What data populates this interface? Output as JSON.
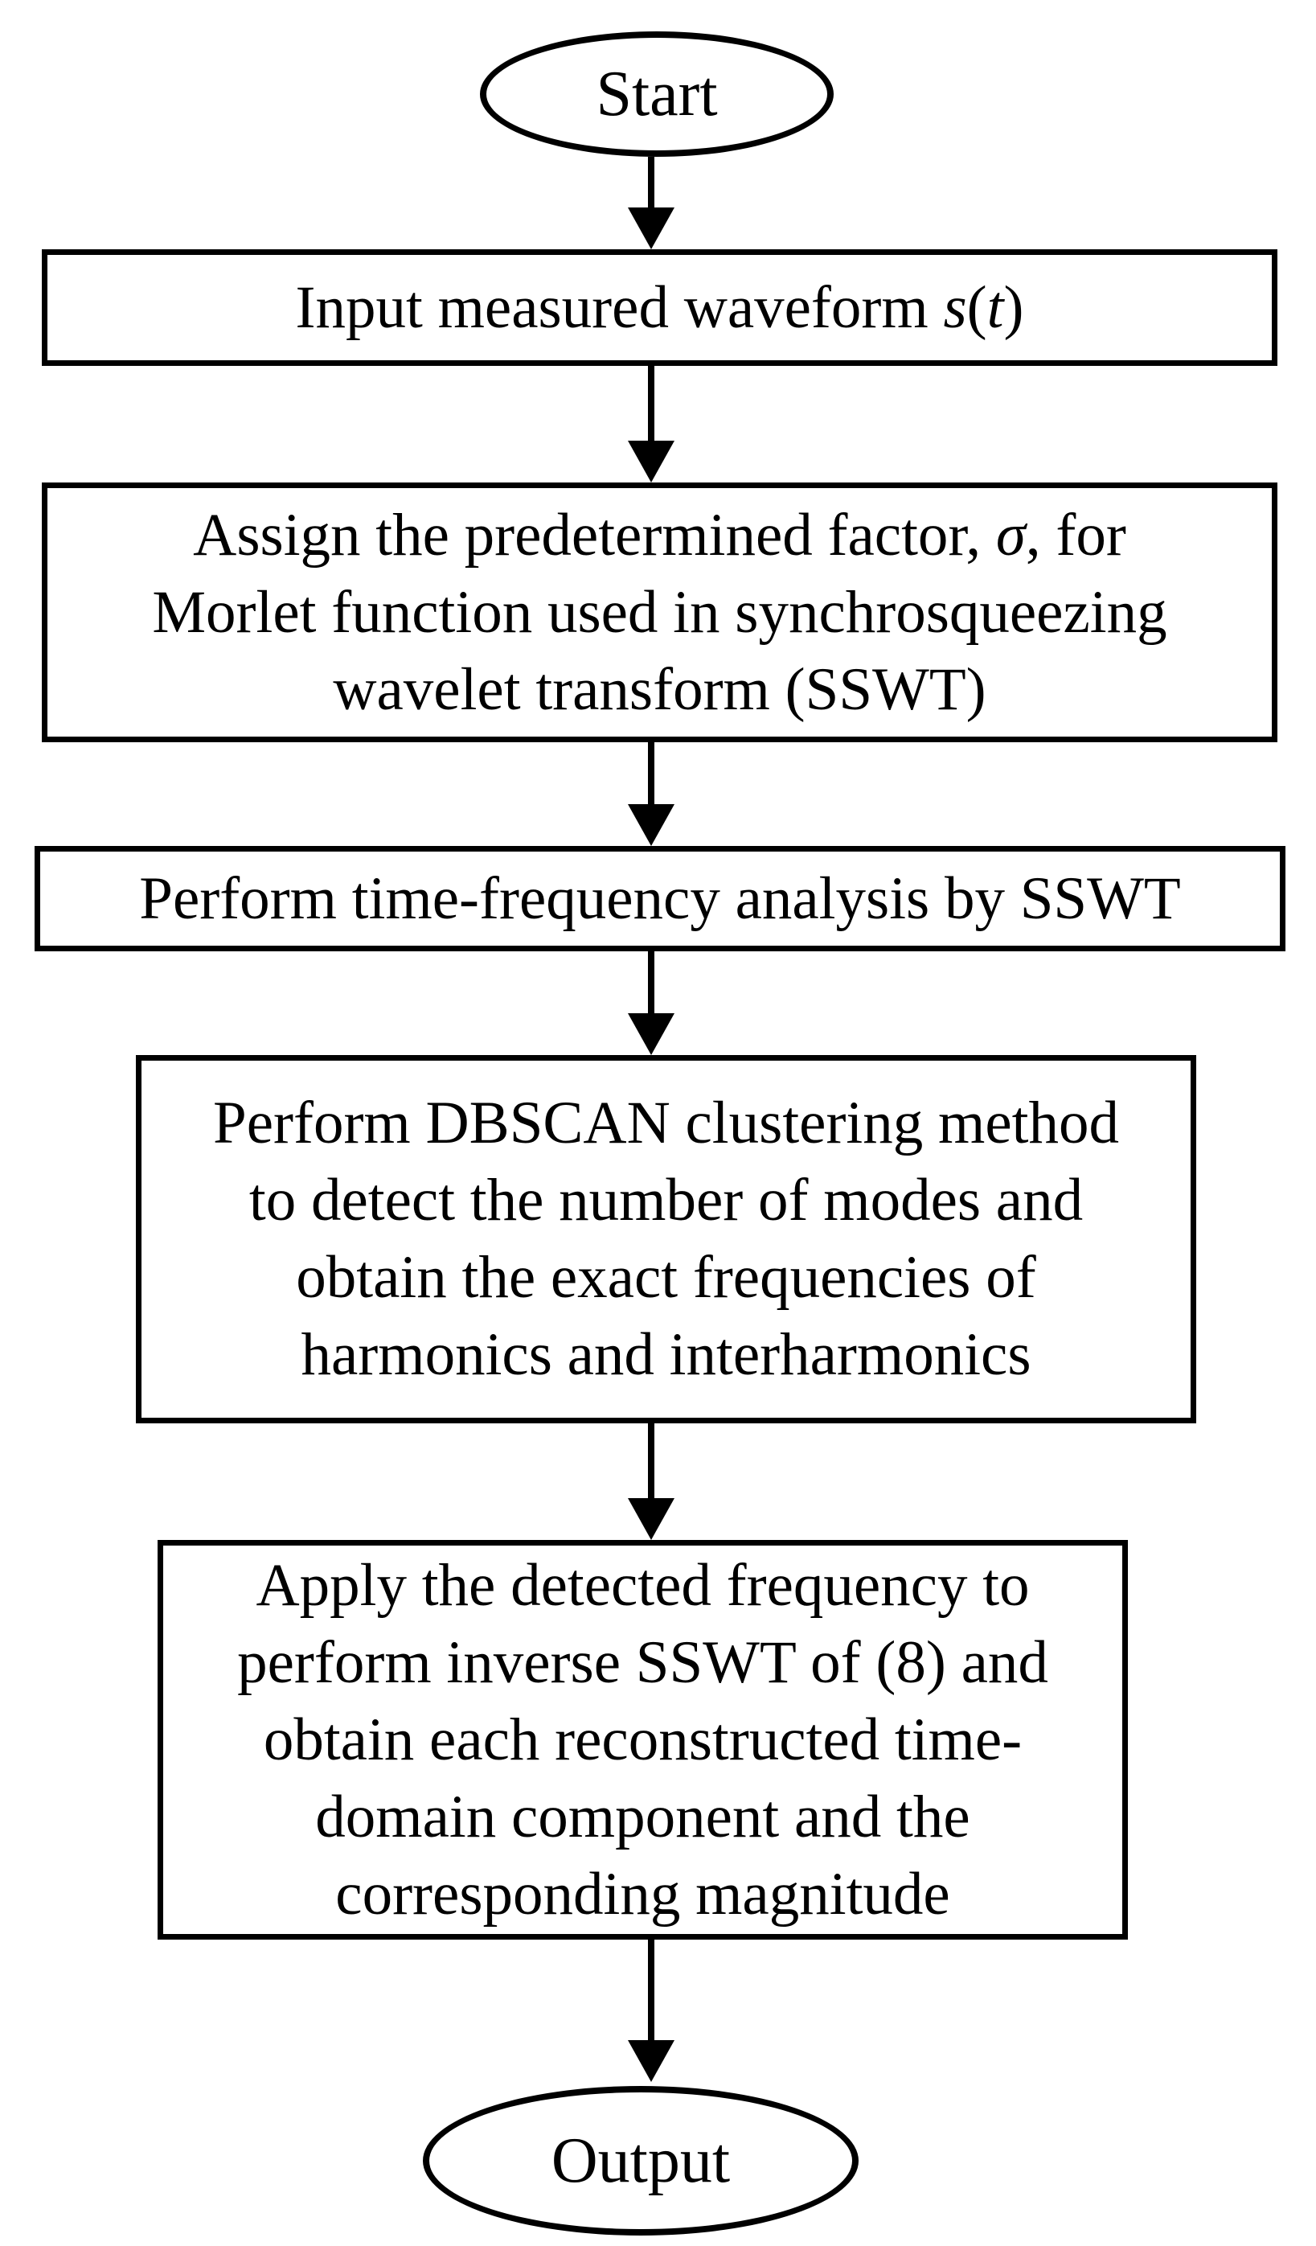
{
  "figure": {
    "type": "flowchart",
    "background_color": "#ffffff",
    "stroke_color": "#000000",
    "text_color": "#000000",
    "nodes": [
      {
        "id": "start",
        "shape": "terminator-ellipse",
        "label": "Start"
      },
      {
        "id": "step1",
        "shape": "process-rect",
        "lines": [
          [
            {
              "t": "Input measured waveform "
            },
            {
              "t": "s",
              "i": true
            },
            {
              "t": "("
            },
            {
              "t": "t",
              "i": true
            },
            {
              "t": ")"
            }
          ]
        ]
      },
      {
        "id": "step2",
        "shape": "process-rect",
        "lines": [
          [
            {
              "t": "Assign the predetermined factor, "
            },
            {
              "t": "σ",
              "i": true
            },
            {
              "t": ", for"
            }
          ],
          [
            {
              "t": "Morlet function used in synchrosqueezing"
            }
          ],
          [
            {
              "t": "wavelet transform (SSWT)"
            }
          ]
        ]
      },
      {
        "id": "step3",
        "shape": "process-rect",
        "lines": [
          [
            {
              "t": "Perform time-frequency analysis by SSWT"
            }
          ]
        ]
      },
      {
        "id": "step4",
        "shape": "process-rect",
        "lines": [
          [
            {
              "t": "Perform DBSCAN clustering method"
            }
          ],
          [
            {
              "t": "to detect the number of modes and"
            }
          ],
          [
            {
              "t": "obtain the exact frequencies of"
            }
          ],
          [
            {
              "t": "harmonics and interharmonics"
            }
          ]
        ]
      },
      {
        "id": "step5",
        "shape": "process-rect",
        "lines": [
          [
            {
              "t": "Apply the detected frequency to"
            }
          ],
          [
            {
              "t": "perform inverse SSWT of (8) and"
            }
          ],
          [
            {
              "t": "obtain each reconstructed time-"
            }
          ],
          [
            {
              "t": "domain component and the"
            }
          ],
          [
            {
              "t": "corresponding magnitude"
            }
          ]
        ]
      },
      {
        "id": "output",
        "shape": "terminator-ellipse",
        "label": "Output"
      }
    ],
    "connectors": [
      {
        "from": "start",
        "to": "step1",
        "style": "down-arrow"
      },
      {
        "from": "step1",
        "to": "step2",
        "style": "down-arrow"
      },
      {
        "from": "step2",
        "to": "step3",
        "style": "down-arrow"
      },
      {
        "from": "step3",
        "to": "step4",
        "style": "down-arrow"
      },
      {
        "from": "step4",
        "to": "step5",
        "style": "down-arrow"
      },
      {
        "from": "step5",
        "to": "output",
        "style": "down-arrow"
      }
    ]
  }
}
